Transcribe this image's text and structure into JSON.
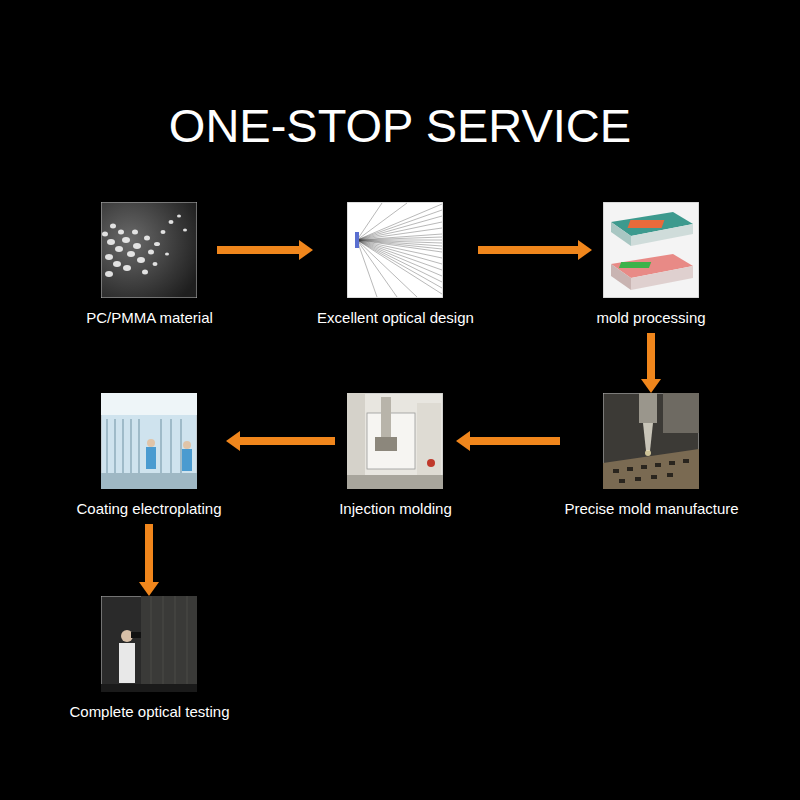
{
  "diagram": {
    "title": "ONE-STOP SERVICE",
    "nodes": [
      {
        "text": [
          "PC/PMMA material"
        ]
      },
      {
        "text": [
          "Excellent optical design"
        ]
      },
      {
        "text": [
          "mold processing"
        ]
      },
      {
        "text": [
          "Coating electroplating"
        ]
      },
      {
        "text": [
          "Injection molding"
        ]
      },
      {
        "text": [
          "Precise mold manufacture"
        ]
      },
      {
        "text": [
          "Complete optical testing"
        ]
      }
    ],
    "edges": [
      {
        "from": 0,
        "to": 1,
        "arrow": "to"
      },
      {
        "from": 1,
        "to": 2,
        "arrow": "to"
      },
      {
        "from": 2,
        "to": 5,
        "arrow": "to"
      },
      {
        "from": 5,
        "to": 4,
        "arrow": "to"
      },
      {
        "from": 4,
        "to": 3,
        "arrow": "to"
      },
      {
        "from": 3,
        "to": 6,
        "arrow": "to"
      }
    ]
  }
}
